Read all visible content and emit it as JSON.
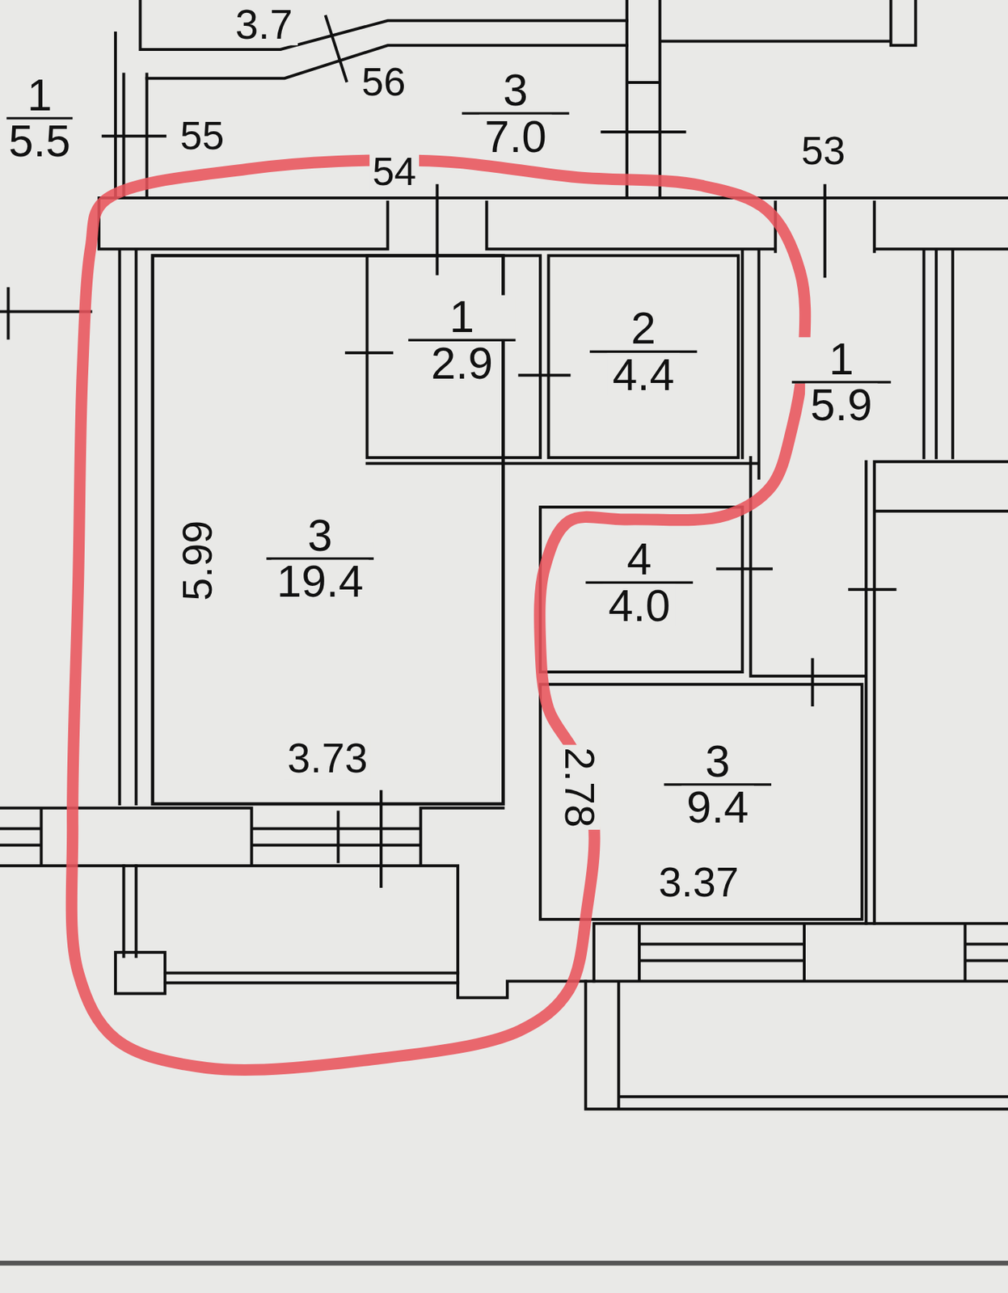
{
  "diagram": {
    "nodes": [
      {
        "text": [
          "3.7"
        ]
      },
      {
        "text": [
          "1",
          "5.5"
        ]
      },
      {
        "text": [
          "3",
          "7.0"
        ]
      },
      {
        "text": [
          "1",
          "2.9"
        ]
      },
      {
        "text": [
          "2",
          "4.4"
        ]
      },
      {
        "text": [
          "1",
          "5.9"
        ]
      },
      {
        "text": [
          "3",
          "19.4"
        ]
      },
      {
        "text": [
          "4",
          "4.0"
        ]
      },
      {
        "text": [
          "3",
          "9.4"
        ]
      }
    ],
    "labels": [
      "56",
      "55",
      "54",
      "53",
      "5.99",
      "3.73",
      "2.78",
      "3.37"
    ]
  }
}
